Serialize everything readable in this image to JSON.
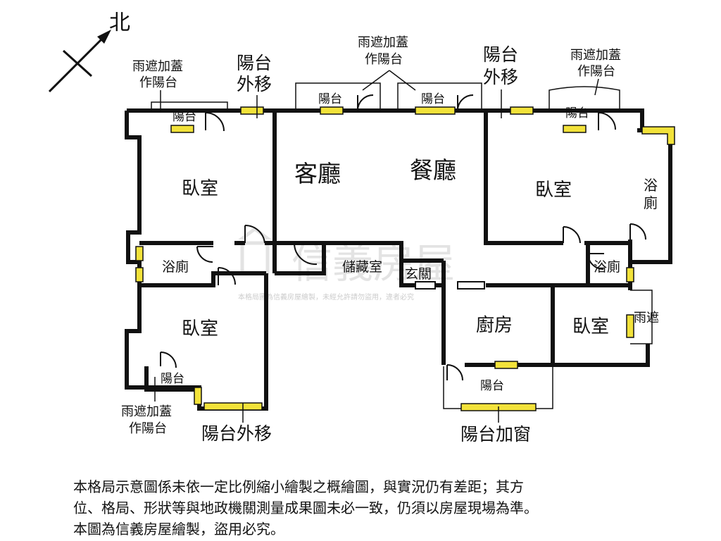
{
  "compass": {
    "north_label": "北"
  },
  "rooms": {
    "bedroom_nw": "臥室",
    "living_room": "客廳",
    "dining_room": "餐廳",
    "bedroom_ne": "臥室",
    "bathroom_e": "浴",
    "bathroom_e2": "廁",
    "bathroom_w": "浴廁",
    "storage": "儲藏室",
    "foyer": "玄關",
    "bathroom_c": "浴廁",
    "bedroom_sw": "臥室",
    "kitchen": "廚房",
    "bedroom_se": "臥室",
    "canopy_e": "雨遮"
  },
  "balconies": {
    "b1": "陽台",
    "b2": "陽台",
    "b3": "陽台",
    "b4": "陽台",
    "b5": "陽台",
    "b6": "陽台"
  },
  "annotations": {
    "canopy_nw_1": "雨遮加蓋",
    "canopy_nw_2": "作陽台",
    "outward_w_1": "陽台",
    "outward_w_2": "外移",
    "canopy_n_1": "雨遮加蓋",
    "canopy_n_2": "作陽台",
    "outward_e_1": "陽台",
    "outward_e_2": "外移",
    "canopy_ne_1": "雨遮加蓋",
    "canopy_ne_2": "作陽台",
    "canopy_sw_1": "雨遮加蓋",
    "canopy_sw_2": "作陽台",
    "outward_s": "陽台外移",
    "window_s": "陽台加窗"
  },
  "watermark": {
    "brand": "信義房屋",
    "notice": "本格局圖為信義房屋繪製，未經允許請勿盜用，違者必究"
  },
  "disclaimer": {
    "line1": "本格局示意圖係未依一定比例縮小繪製之概繪圖，與實況仍有差距；其方",
    "line2": "位、格局、形狀等與地政機關測量成果圖未必一致，仍須以房屋現場為準。",
    "line3": "本圖為信義房屋繪製，盜用必究。"
  },
  "colors": {
    "wall": "#111111",
    "window": "#f2e23a",
    "watermark": "#c8c8c8"
  }
}
